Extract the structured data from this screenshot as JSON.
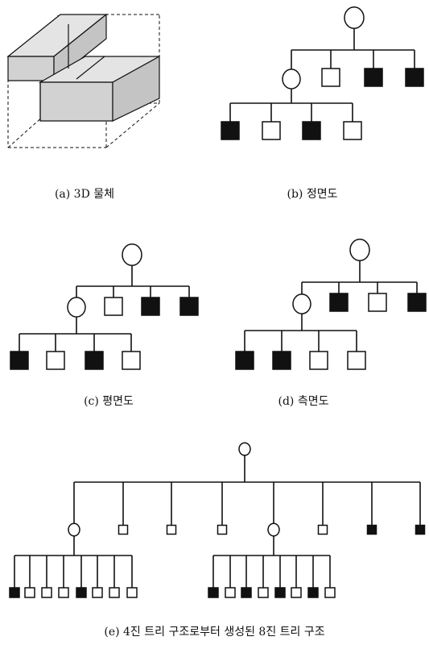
{
  "colors": {
    "ink": "#111111",
    "filled": "#111111",
    "empty": "#ffffff",
    "solid_face": "#cfcfcf"
  },
  "captions": {
    "a": "(a) 3D 물체",
    "b": "(b) 정면도",
    "c": "(c) 평면도",
    "d": "(d) 측면도",
    "e": "(e) 4진 트리 구조로부터 생성된 8진 트리 구조"
  },
  "trees": {
    "b": {
      "root": "circle",
      "children": [
        {
          "type": "circle",
          "children": [
            "black",
            "white",
            "black",
            "white"
          ]
        },
        "white",
        "black",
        "black"
      ]
    },
    "c": {
      "root": "circle",
      "children": [
        {
          "type": "circle",
          "children": [
            "black",
            "white",
            "black",
            "white"
          ]
        },
        "white",
        "black",
        "black"
      ]
    },
    "d": {
      "root": "circle",
      "children": [
        {
          "type": "circle",
          "children": [
            "black",
            "black",
            "white",
            "white"
          ]
        },
        "black",
        "white",
        "black"
      ]
    },
    "e": {
      "root": "circle",
      "children": [
        {
          "type": "circle",
          "children": [
            "black",
            "white",
            "white",
            "white",
            "black",
            "white",
            "white",
            "white"
          ]
        },
        "white",
        "white",
        "white",
        {
          "type": "circle",
          "children": [
            "black",
            "white",
            "black",
            "white",
            "black",
            "white",
            "black",
            "white"
          ]
        },
        "white",
        "black",
        "black"
      ]
    }
  }
}
